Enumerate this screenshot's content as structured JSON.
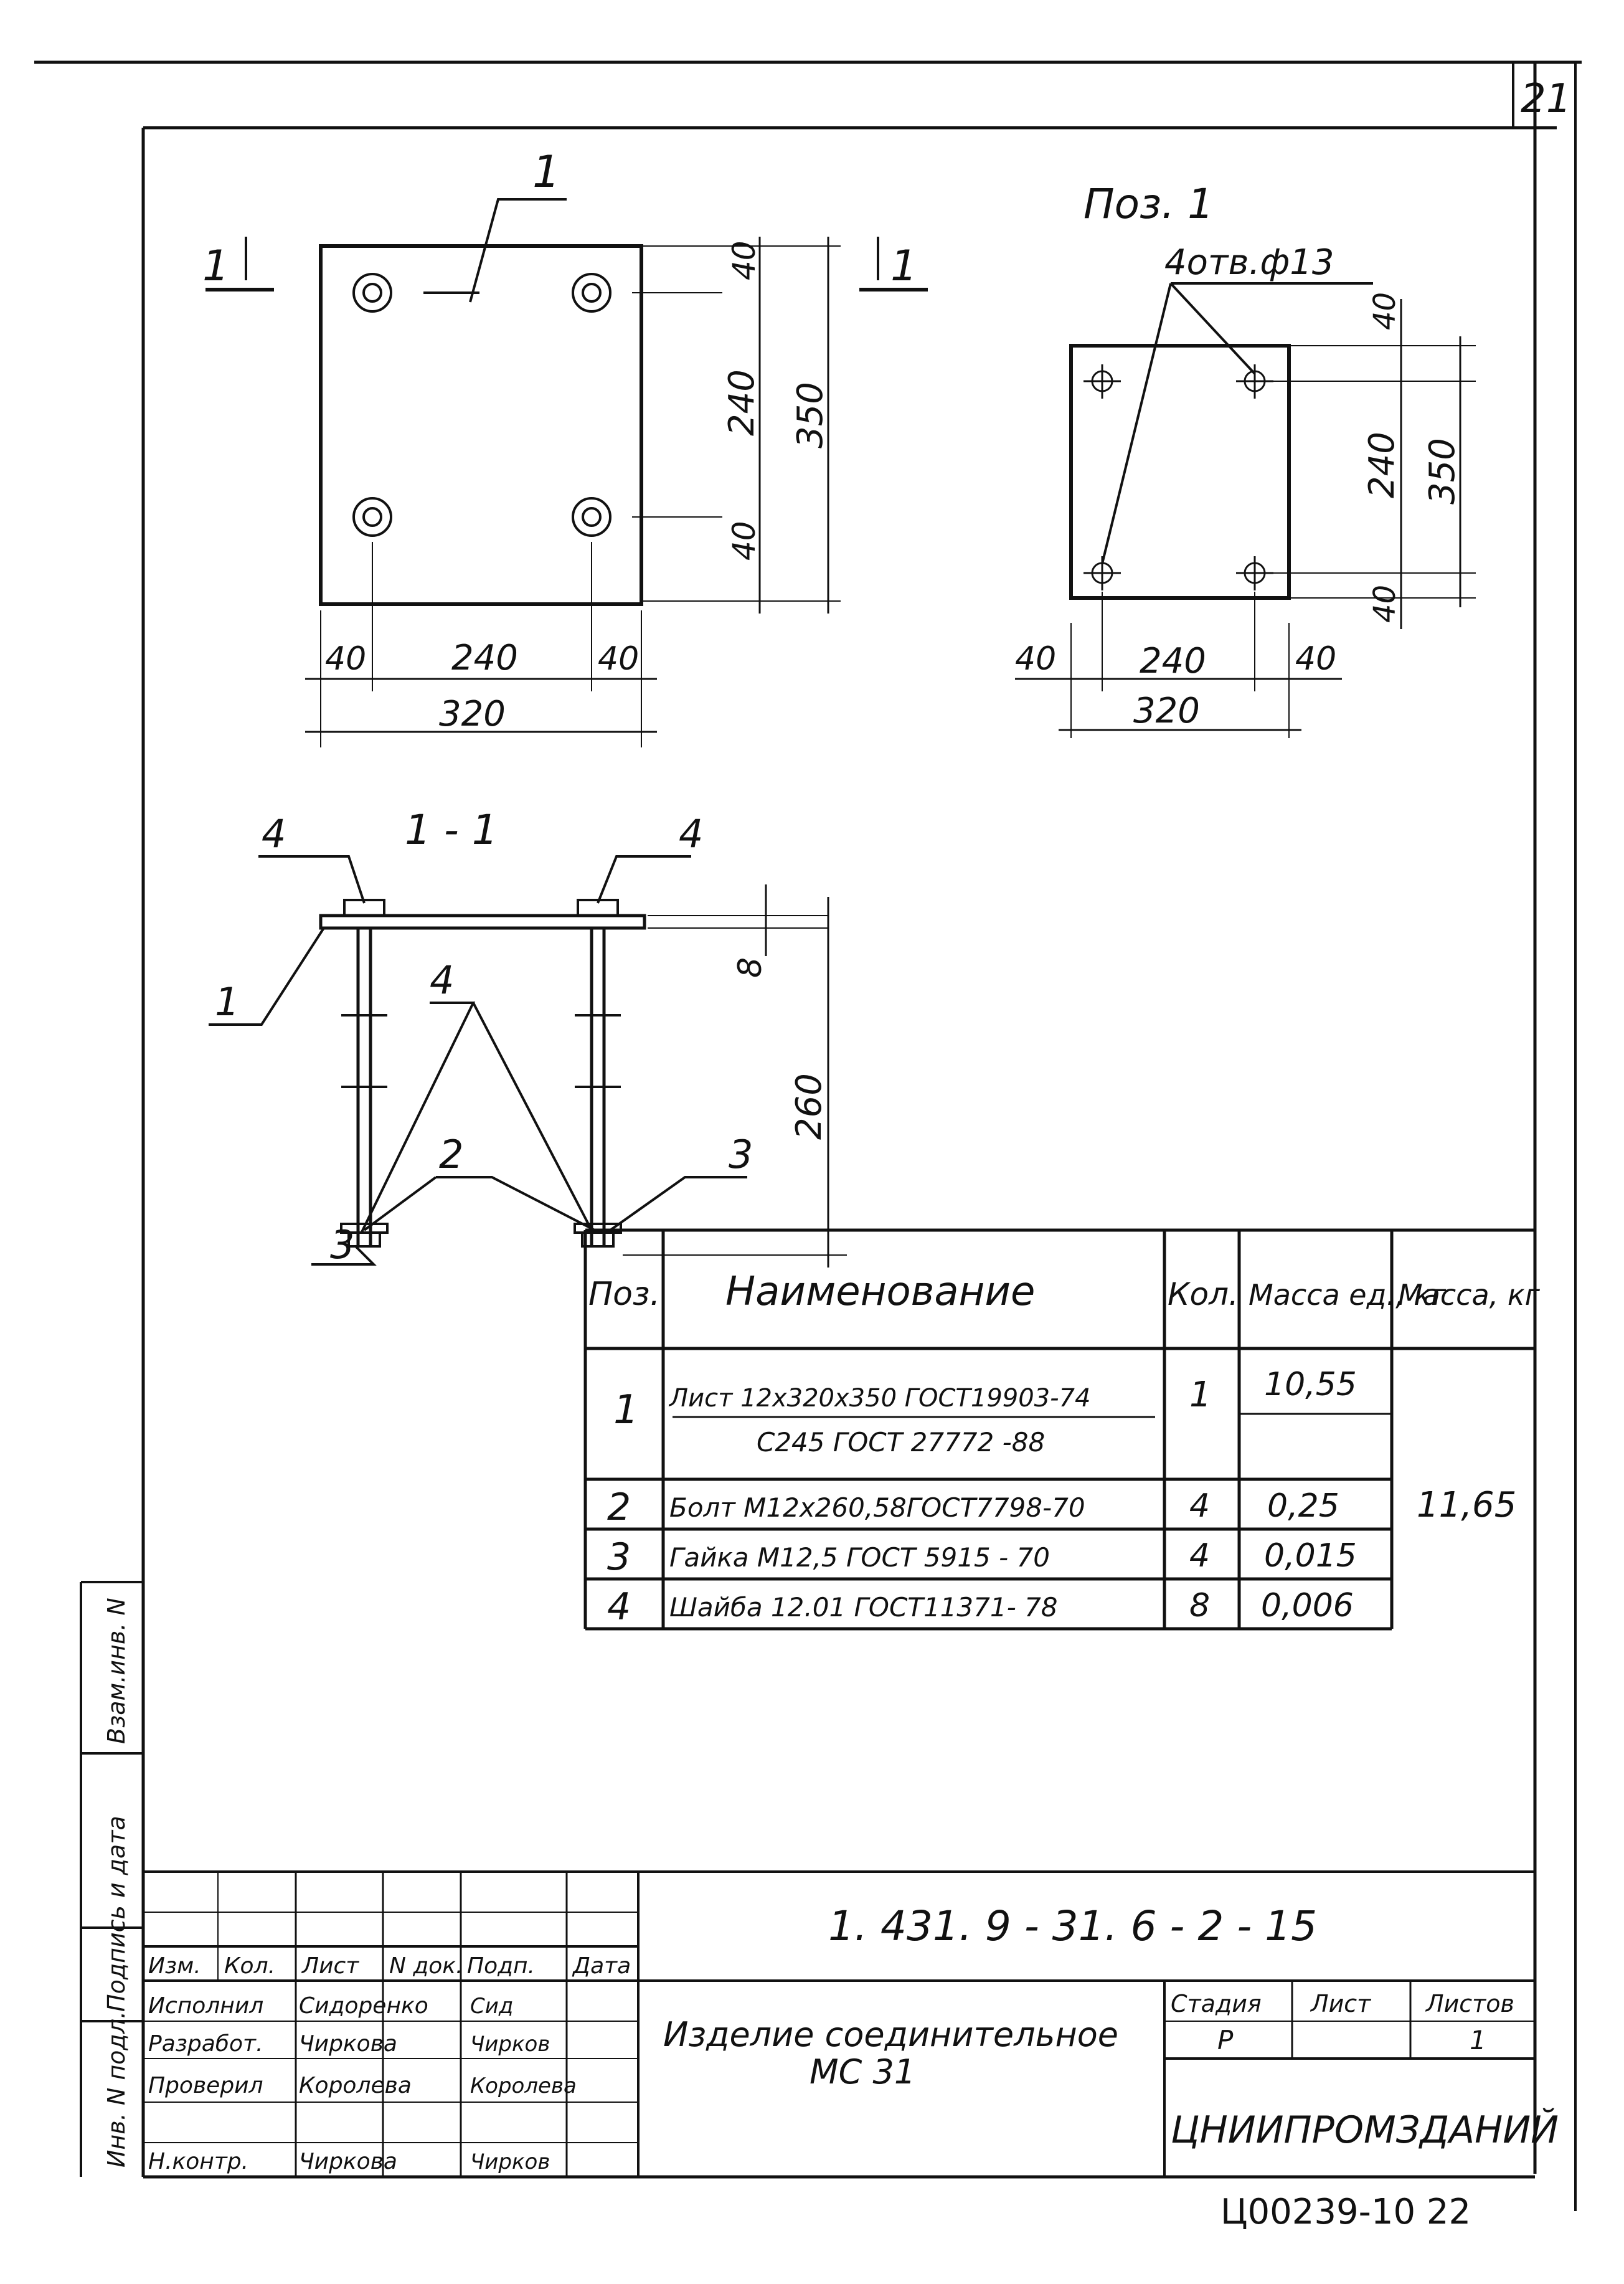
{
  "sheet_number": "21",
  "plan_view": {
    "section_mark": "1",
    "position_label": "1",
    "dims": {
      "edge_x": "40",
      "mid_x": "240",
      "total_x": "320",
      "edge_y": "40",
      "mid_y": "240",
      "total_y": "350"
    }
  },
  "detail_view": {
    "title": "Поз. 1",
    "holes_note": "4отв.ф13",
    "dims": {
      "edge_x": "40",
      "mid_x": "240",
      "total_x": "320",
      "edge_y": "40",
      "mid_y": "240",
      "total_y": "350"
    }
  },
  "section_view": {
    "title": "1 - 1",
    "callouts": [
      "4",
      "4",
      "4",
      "1",
      "2",
      "3",
      "3"
    ],
    "dim_thickness": "8",
    "dim_height": "260"
  },
  "spec_table": {
    "headers": [
      "Поз.",
      "Наименование",
      "Кол.",
      "Масса ед., кг",
      "Масса, кг"
    ],
    "rows": [
      {
        "pos": "1",
        "name": "Лист 12х320х350 ГОСТ19903-74",
        "name2": "С245 ГОСТ 27772 -88",
        "qty": "1",
        "unit_mass": "10,55"
      },
      {
        "pos": "2",
        "name": "Болт М12х260,58ГОСТ7798-70",
        "qty": "4",
        "unit_mass": "0,25"
      },
      {
        "pos": "3",
        "name": "Гайка М12,5 ГОСТ 5915 - 70",
        "qty": "4",
        "unit_mass": "0,015"
      },
      {
        "pos": "4",
        "name": "Шайба 12.01 ГОСТ11371- 78",
        "qty": "8",
        "unit_mass": "0,006"
      }
    ],
    "total_mass": "11,65"
  },
  "side_stamp": [
    "Инв. N подл.",
    "Подпись и дата",
    "Взам.инв. N"
  ],
  "title_block": {
    "doc_code": "1. 431. 9 - 31. 6 - 2 - 15",
    "col_headers": [
      "Изм.",
      "Кол.",
      "Лист",
      "N док.",
      "Подп.",
      "Дата"
    ],
    "roles": [
      {
        "role": "Исполнил",
        "name": "Сидоренко",
        "sign": "Сид"
      },
      {
        "role": "Разработ.",
        "name": "Чиркова",
        "sign": "Чирков"
      },
      {
        "role": "Проверил",
        "name": "Королева",
        "sign": "Королева"
      },
      {
        "role": "Н.контр.",
        "name": "Чиркова",
        "sign": "Чирков"
      }
    ],
    "item_title_1": "Изделие соединительное",
    "item_title_2": "МС 31",
    "stage_label": "Стадия",
    "sheet_label": "Лист",
    "sheets_label": "Листов",
    "stage": "Р",
    "sheets": "1",
    "org": "ЦНИИПРОМЗДАНИЙ"
  },
  "archive_number": "Ц00239-10  22"
}
